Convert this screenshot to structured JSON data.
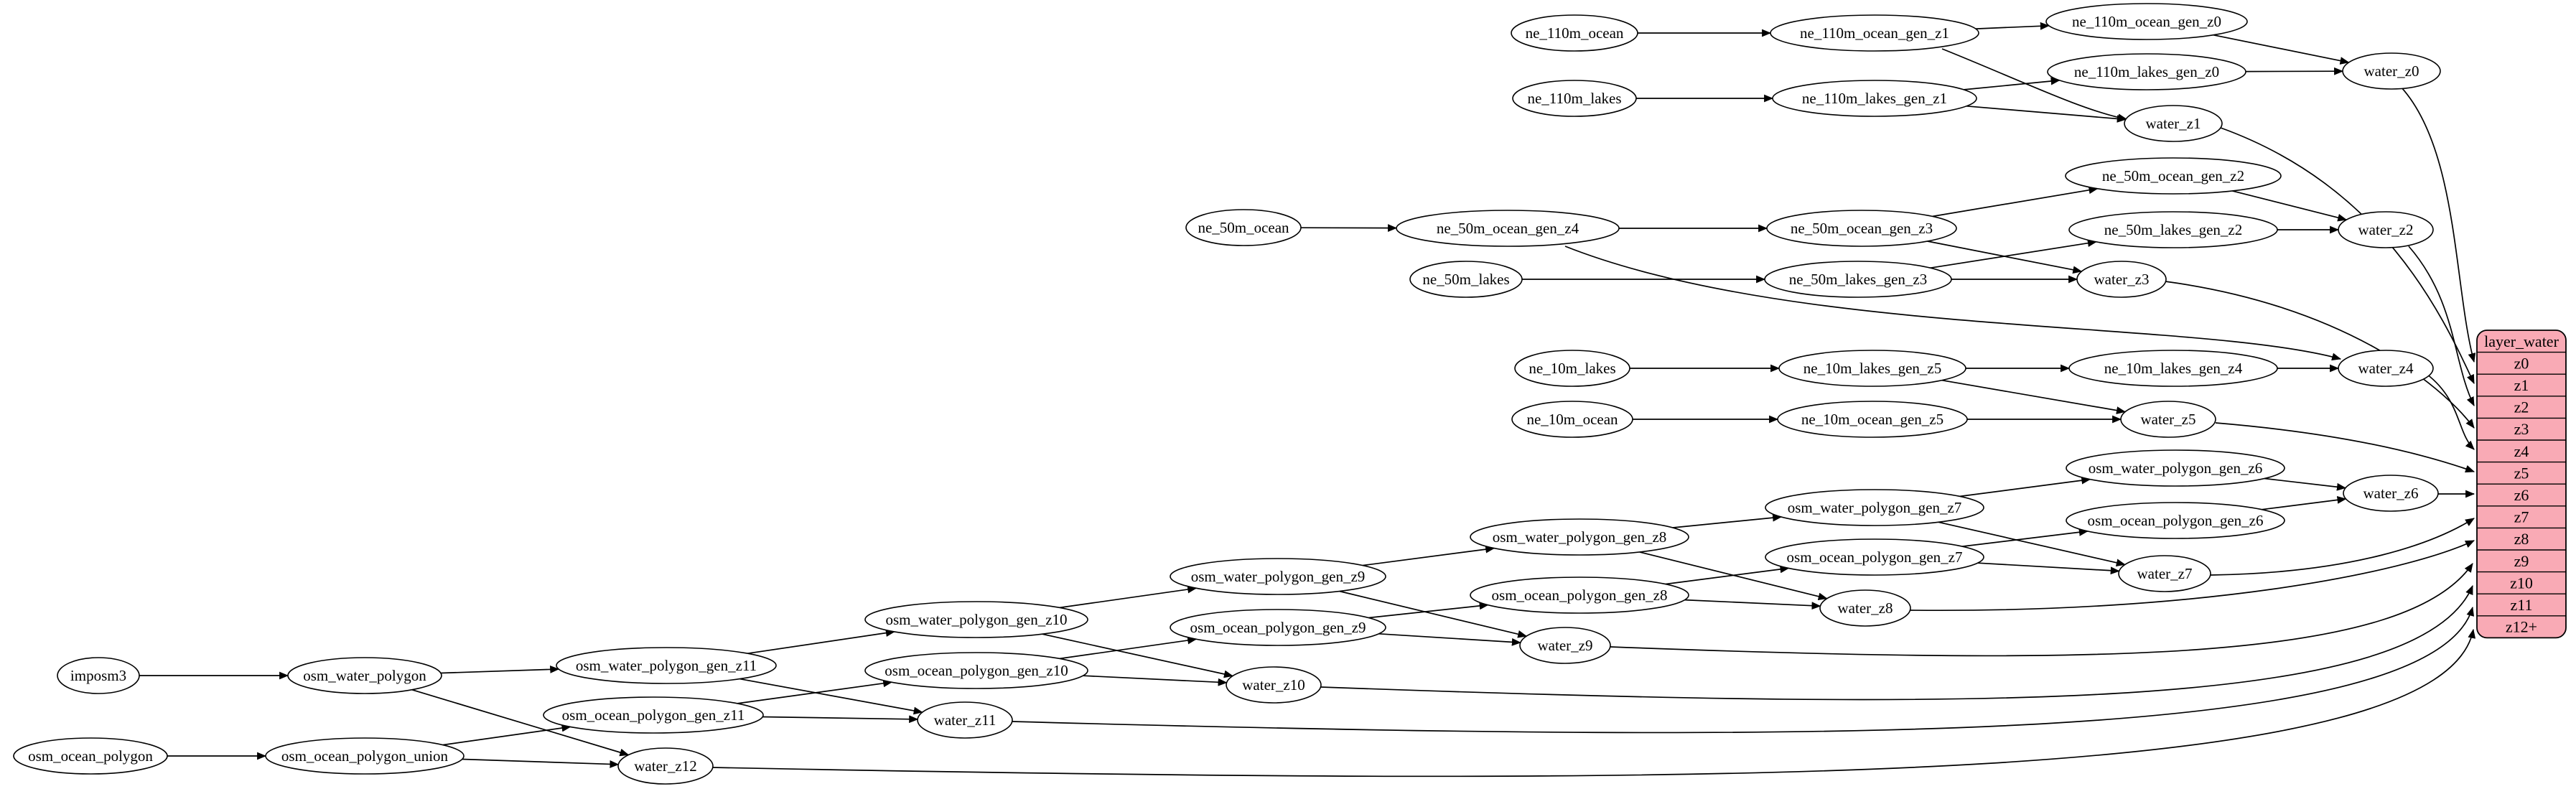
{
  "diagram": {
    "type": "dependency-graph",
    "style": "graphviz-etl",
    "colors": {
      "background": "#ffffff",
      "node_fill": "#ffffff",
      "node_stroke": "#000000",
      "edge": "#000000",
      "text": "#000000",
      "table_fill": "#f9aab5",
      "table_stroke": "#000000"
    },
    "nodes": [
      {
        "id": "imposm3",
        "label": "imposm3"
      },
      {
        "id": "osm_water_polygon",
        "label": "osm_water_polygon"
      },
      {
        "id": "osm_ocean_polygon",
        "label": "osm_ocean_polygon"
      },
      {
        "id": "osm_ocean_polygon_union",
        "label": "osm_ocean_polygon_union"
      },
      {
        "id": "osm_water_polygon_gen_z11",
        "label": "osm_water_polygon_gen_z11"
      },
      {
        "id": "osm_ocean_polygon_gen_z11",
        "label": "osm_ocean_polygon_gen_z11"
      },
      {
        "id": "water_z12",
        "label": "water_z12"
      },
      {
        "id": "osm_water_polygon_gen_z10",
        "label": "osm_water_polygon_gen_z10"
      },
      {
        "id": "osm_ocean_polygon_gen_z10",
        "label": "osm_ocean_polygon_gen_z10"
      },
      {
        "id": "water_z11",
        "label": "water_z11"
      },
      {
        "id": "osm_water_polygon_gen_z9",
        "label": "osm_water_polygon_gen_z9"
      },
      {
        "id": "osm_ocean_polygon_gen_z9",
        "label": "osm_ocean_polygon_gen_z9"
      },
      {
        "id": "water_z10",
        "label": "water_z10"
      },
      {
        "id": "osm_water_polygon_gen_z8",
        "label": "osm_water_polygon_gen_z8"
      },
      {
        "id": "osm_ocean_polygon_gen_z8",
        "label": "osm_ocean_polygon_gen_z8"
      },
      {
        "id": "water_z9",
        "label": "water_z9"
      },
      {
        "id": "osm_water_polygon_gen_z7",
        "label": "osm_water_polygon_gen_z7"
      },
      {
        "id": "osm_ocean_polygon_gen_z7",
        "label": "osm_ocean_polygon_gen_z7"
      },
      {
        "id": "water_z8",
        "label": "water_z8"
      },
      {
        "id": "osm_water_polygon_gen_z6",
        "label": "osm_water_polygon_gen_z6"
      },
      {
        "id": "osm_ocean_polygon_gen_z6",
        "label": "osm_ocean_polygon_gen_z6"
      },
      {
        "id": "water_z7",
        "label": "water_z7"
      },
      {
        "id": "water_z6",
        "label": "water_z6"
      },
      {
        "id": "ne_10m_lakes",
        "label": "ne_10m_lakes"
      },
      {
        "id": "ne_10m_lakes_gen_z5",
        "label": "ne_10m_lakes_gen_z5"
      },
      {
        "id": "ne_10m_lakes_gen_z4",
        "label": "ne_10m_lakes_gen_z4"
      },
      {
        "id": "ne_10m_ocean",
        "label": "ne_10m_ocean"
      },
      {
        "id": "ne_10m_ocean_gen_z5",
        "label": "ne_10m_ocean_gen_z5"
      },
      {
        "id": "water_z5",
        "label": "water_z5"
      },
      {
        "id": "water_z4",
        "label": "water_z4"
      },
      {
        "id": "ne_50m_ocean",
        "label": "ne_50m_ocean"
      },
      {
        "id": "ne_50m_ocean_gen_z4",
        "label": "ne_50m_ocean_gen_z4"
      },
      {
        "id": "ne_50m_ocean_gen_z3",
        "label": "ne_50m_ocean_gen_z3"
      },
      {
        "id": "ne_50m_ocean_gen_z2",
        "label": "ne_50m_ocean_gen_z2"
      },
      {
        "id": "ne_50m_lakes",
        "label": "ne_50m_lakes"
      },
      {
        "id": "ne_50m_lakes_gen_z3",
        "label": "ne_50m_lakes_gen_z3"
      },
      {
        "id": "ne_50m_lakes_gen_z2",
        "label": "ne_50m_lakes_gen_z2"
      },
      {
        "id": "water_z3",
        "label": "water_z3"
      },
      {
        "id": "water_z2",
        "label": "water_z2"
      },
      {
        "id": "ne_110m_ocean",
        "label": "ne_110m_ocean"
      },
      {
        "id": "ne_110m_ocean_gen_z1",
        "label": "ne_110m_ocean_gen_z1"
      },
      {
        "id": "ne_110m_ocean_gen_z0",
        "label": "ne_110m_ocean_gen_z0"
      },
      {
        "id": "ne_110m_lakes",
        "label": "ne_110m_lakes"
      },
      {
        "id": "ne_110m_lakes_gen_z1",
        "label": "ne_110m_lakes_gen_z1"
      },
      {
        "id": "ne_110m_lakes_gen_z0",
        "label": "ne_110m_lakes_gen_z0"
      },
      {
        "id": "water_z1",
        "label": "water_z1"
      },
      {
        "id": "water_z0",
        "label": "water_z0"
      }
    ],
    "table": {
      "id": "layer_water",
      "title": "layer_water",
      "rows": [
        "z0",
        "z1",
        "z2",
        "z3",
        "z4",
        "z5",
        "z6",
        "z7",
        "z8",
        "z9",
        "z10",
        "z11",
        "z12+"
      ]
    },
    "edges": [
      {
        "from": "ne_110m_ocean",
        "to": "ne_110m_ocean_gen_z1"
      },
      {
        "from": "ne_110m_ocean_gen_z1",
        "to": "ne_110m_ocean_gen_z0"
      },
      {
        "from": "ne_110m_ocean_gen_z1",
        "to": "water_z1"
      },
      {
        "from": "ne_110m_lakes",
        "to": "ne_110m_lakes_gen_z1"
      },
      {
        "from": "ne_110m_lakes_gen_z1",
        "to": "ne_110m_lakes_gen_z0"
      },
      {
        "from": "ne_110m_lakes_gen_z1",
        "to": "water_z1"
      },
      {
        "from": "ne_110m_ocean_gen_z0",
        "to": "water_z0"
      },
      {
        "from": "ne_110m_lakes_gen_z0",
        "to": "water_z0"
      },
      {
        "from": "water_z0",
        "to": "layer_water",
        "port": "z0"
      },
      {
        "from": "water_z1",
        "to": "layer_water",
        "port": "z1"
      },
      {
        "from": "ne_50m_ocean",
        "to": "ne_50m_ocean_gen_z4"
      },
      {
        "from": "ne_50m_ocean_gen_z4",
        "to": "ne_50m_ocean_gen_z3"
      },
      {
        "from": "ne_50m_ocean_gen_z4",
        "to": "water_z4"
      },
      {
        "from": "ne_50m_lakes",
        "to": "ne_50m_lakes_gen_z3"
      },
      {
        "from": "ne_50m_ocean_gen_z3",
        "to": "ne_50m_ocean_gen_z2"
      },
      {
        "from": "ne_50m_ocean_gen_z3",
        "to": "water_z3"
      },
      {
        "from": "ne_50m_lakes_gen_z3",
        "to": "ne_50m_lakes_gen_z2"
      },
      {
        "from": "ne_50m_lakes_gen_z3",
        "to": "water_z3"
      },
      {
        "from": "ne_50m_ocean_gen_z2",
        "to": "water_z2"
      },
      {
        "from": "ne_50m_lakes_gen_z2",
        "to": "water_z2"
      },
      {
        "from": "water_z2",
        "to": "layer_water",
        "port": "z2"
      },
      {
        "from": "water_z3",
        "to": "layer_water",
        "port": "z3"
      },
      {
        "from": "water_z4",
        "to": "layer_water",
        "port": "z4"
      },
      {
        "from": "ne_10m_lakes",
        "to": "ne_10m_lakes_gen_z5"
      },
      {
        "from": "ne_10m_lakes_gen_z5",
        "to": "ne_10m_lakes_gen_z4"
      },
      {
        "from": "ne_10m_lakes_gen_z5",
        "to": "water_z5"
      },
      {
        "from": "ne_10m_ocean",
        "to": "ne_10m_ocean_gen_z5"
      },
      {
        "from": "ne_10m_ocean_gen_z5",
        "to": "water_z5"
      },
      {
        "from": "ne_10m_lakes_gen_z4",
        "to": "water_z4"
      },
      {
        "from": "water_z5",
        "to": "layer_water",
        "port": "z5"
      },
      {
        "from": "imposm3",
        "to": "osm_water_polygon"
      },
      {
        "from": "osm_water_polygon",
        "to": "osm_water_polygon_gen_z11"
      },
      {
        "from": "osm_water_polygon",
        "to": "water_z12"
      },
      {
        "from": "osm_ocean_polygon",
        "to": "osm_ocean_polygon_union"
      },
      {
        "from": "osm_ocean_polygon_union",
        "to": "osm_ocean_polygon_gen_z11"
      },
      {
        "from": "osm_ocean_polygon_union",
        "to": "water_z12"
      },
      {
        "from": "osm_water_polygon_gen_z11",
        "to": "osm_water_polygon_gen_z10"
      },
      {
        "from": "osm_water_polygon_gen_z11",
        "to": "water_z11"
      },
      {
        "from": "osm_ocean_polygon_gen_z11",
        "to": "osm_ocean_polygon_gen_z10"
      },
      {
        "from": "osm_ocean_polygon_gen_z11",
        "to": "water_z11"
      },
      {
        "from": "water_z11",
        "to": "layer_water",
        "port": "z11"
      },
      {
        "from": "water_z12",
        "to": "layer_water",
        "port": "z12+"
      },
      {
        "from": "osm_water_polygon_gen_z10",
        "to": "osm_water_polygon_gen_z9"
      },
      {
        "from": "osm_water_polygon_gen_z10",
        "to": "water_z10"
      },
      {
        "from": "osm_ocean_polygon_gen_z10",
        "to": "osm_ocean_polygon_gen_z9"
      },
      {
        "from": "osm_ocean_polygon_gen_z10",
        "to": "water_z10"
      },
      {
        "from": "water_z10",
        "to": "layer_water",
        "port": "z10"
      },
      {
        "from": "osm_water_polygon_gen_z9",
        "to": "osm_water_polygon_gen_z8"
      },
      {
        "from": "osm_water_polygon_gen_z9",
        "to": "water_z9"
      },
      {
        "from": "osm_ocean_polygon_gen_z9",
        "to": "osm_ocean_polygon_gen_z8"
      },
      {
        "from": "osm_ocean_polygon_gen_z9",
        "to": "water_z9"
      },
      {
        "from": "water_z9",
        "to": "layer_water",
        "port": "z9"
      },
      {
        "from": "osm_water_polygon_gen_z8",
        "to": "osm_water_polygon_gen_z7"
      },
      {
        "from": "osm_water_polygon_gen_z8",
        "to": "water_z8"
      },
      {
        "from": "osm_ocean_polygon_gen_z8",
        "to": "osm_ocean_polygon_gen_z7"
      },
      {
        "from": "osm_ocean_polygon_gen_z8",
        "to": "water_z8"
      },
      {
        "from": "water_z8",
        "to": "layer_water",
        "port": "z8"
      },
      {
        "from": "osm_water_polygon_gen_z7",
        "to": "osm_water_polygon_gen_z6"
      },
      {
        "from": "osm_water_polygon_gen_z7",
        "to": "water_z7"
      },
      {
        "from": "osm_ocean_polygon_gen_z7",
        "to": "osm_ocean_polygon_gen_z6"
      },
      {
        "from": "osm_ocean_polygon_gen_z7",
        "to": "water_z7"
      },
      {
        "from": "water_z7",
        "to": "layer_water",
        "port": "z7"
      },
      {
        "from": "osm_water_polygon_gen_z6",
        "to": "water_z6"
      },
      {
        "from": "osm_ocean_polygon_gen_z6",
        "to": "water_z6"
      },
      {
        "from": "water_z6",
        "to": "layer_water",
        "port": "z6"
      }
    ]
  }
}
